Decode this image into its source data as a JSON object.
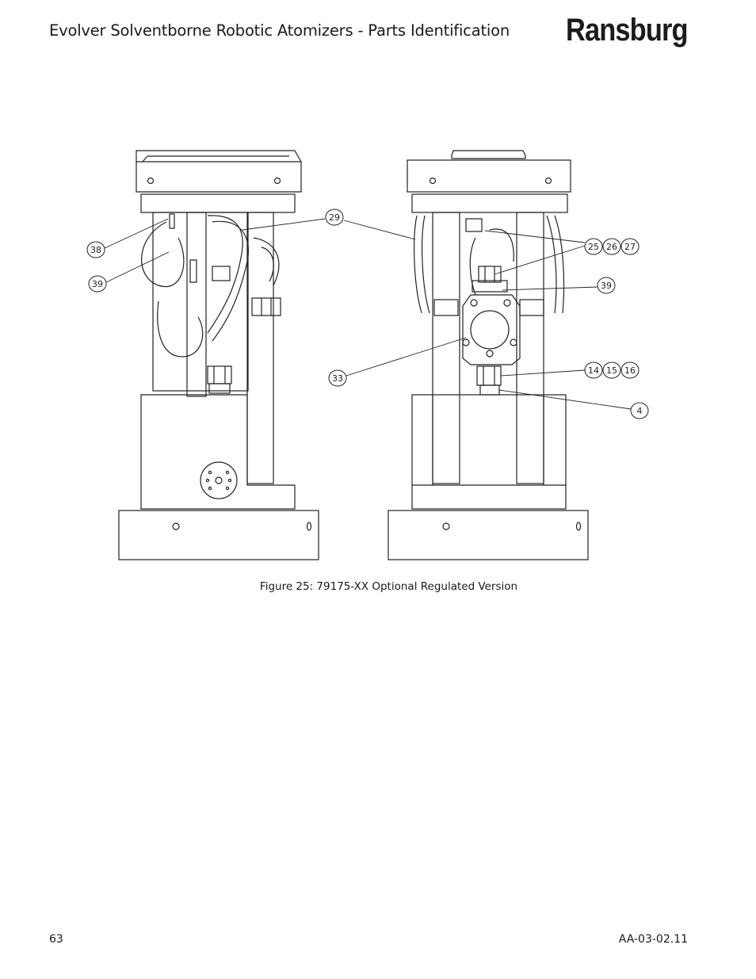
{
  "header": {
    "title": "Evolver Solventborne Robotic Atomizers - Parts Identification",
    "brand": "Ransburg"
  },
  "figure": {
    "caption": "Figure 25:  79175-XX Optional Regulated Version",
    "callouts_left": [
      "29",
      "38",
      "39"
    ],
    "callouts_right": [
      "25",
      "26",
      "27",
      "39",
      "33",
      "14",
      "15",
      "16",
      "4"
    ]
  },
  "footer": {
    "page_number": "63",
    "doc_code": "AA-03-02.11"
  }
}
